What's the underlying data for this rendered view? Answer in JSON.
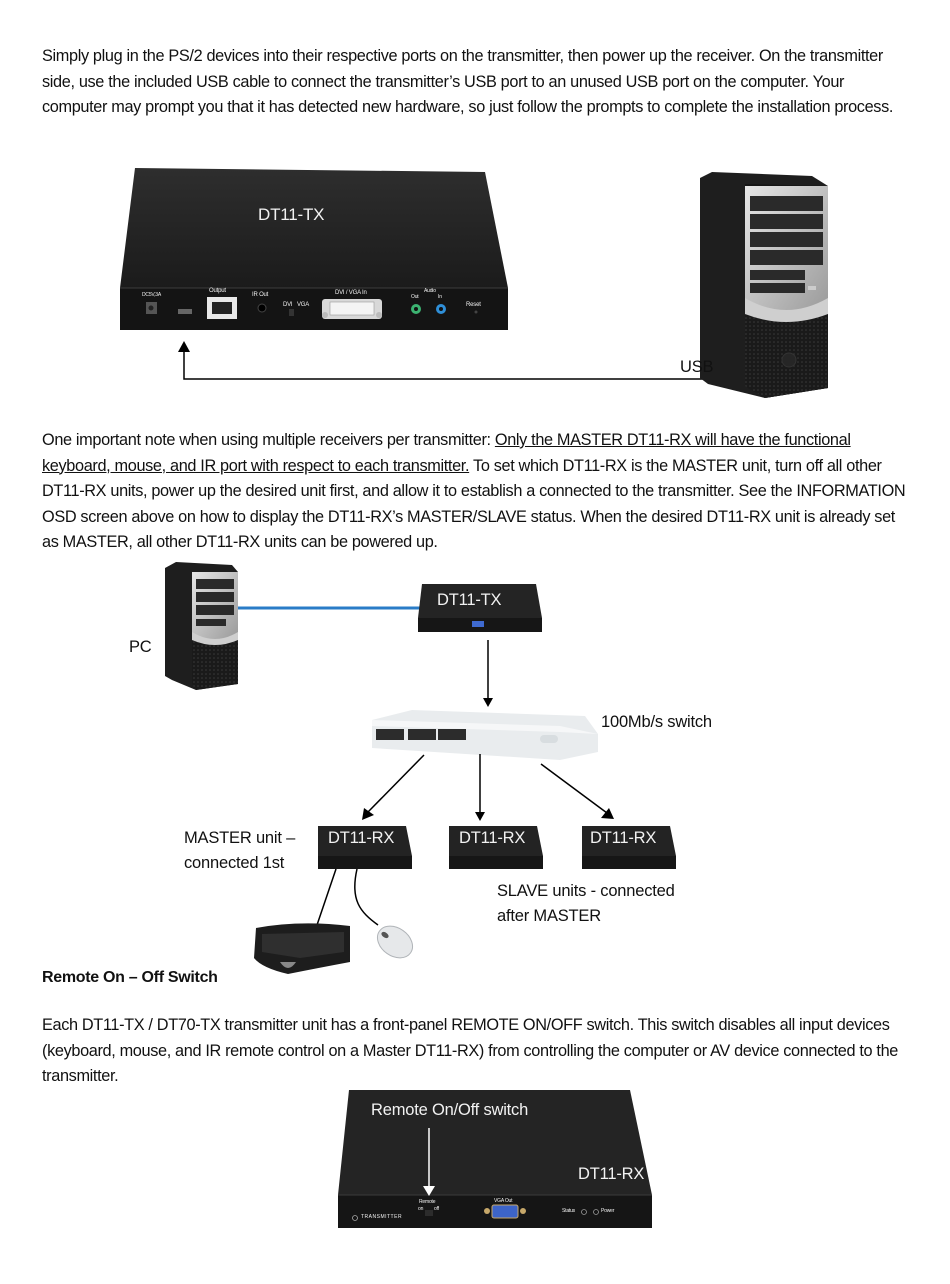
{
  "paragraphs": {
    "intro": "Simply plug in the PS/2 devices into their respective ports on the transmitter, then power up the receiver.  On the transmitter side, use the included USB cable to connect the transmitter’s USB port to an unused USB port on the computer.  Your computer may prompt you that it has detected new hardware, so just follow the prompts to complete the installation process.",
    "note_lead": "One important note when using multiple receivers per transmitter:  ",
    "note_underlined": "Only the MASTER DT11-RX will have the functional keyboard, mouse, and IR port with respect to each transmitter.",
    "note_rest": "  To set which DT11-RX is the MASTER unit, turn off all other DT11-RX units, power up the desired unit first, and allow it to establish a connected to the transmitter.  See the INFORMATION OSD screen above on how to display the DT11-RX’s MASTER/SLAVE status. When the desired DT11-RX unit is already set as MASTER, all other DT11-RX units can be powered up.",
    "remote_heading": "Remote On – Off Switch",
    "remote_body": "Each DT11-TX / DT70-TX transmitter unit has a front-panel REMOTE ON/OFF switch.  This switch disables all input devices (keyboard, mouse, and IR remote control on a Master DT11-RX) from controlling the computer or AV device connected to the transmitter."
  },
  "figure1": {
    "device_label": "DT11-TX",
    "cable_label": "USB",
    "ports": {
      "power": "DC5V,3A",
      "output": "Output",
      "ir_out": "IR Out",
      "dvi": "DVI",
      "vga": "VGA",
      "dvi_vga_in": "DVI / VGA In",
      "audio": "Audio",
      "audio_out": "Out",
      "audio_in": "In",
      "reset": "Reset"
    },
    "colors": {
      "audio_out": "#3cb371",
      "audio_in": "#2f8fd8",
      "cable": "#000000"
    }
  },
  "figure2": {
    "pc_label": "PC",
    "tx_label": "DT11-TX",
    "switch_label": "100Mb/s switch",
    "rx_labels": [
      "DT11-RX",
      "DT11-RX",
      "DT11-RX"
    ],
    "master_label_line1": "MASTER unit –",
    "master_label_line2": "connected 1st",
    "slave_label_line1": "SLAVE units - connected",
    "slave_label_line2": "after MASTER",
    "colors": {
      "pc_link": "#2a7cc7"
    }
  },
  "figure3": {
    "callout": "Remote On/Off switch",
    "device_label": "DT11-RX",
    "ports": {
      "brand": "TRANSMITTER",
      "remote": "Remote",
      "on": "on",
      "off": "off",
      "vga_out": "VGA Out",
      "status": "Status",
      "power": "Power"
    }
  }
}
